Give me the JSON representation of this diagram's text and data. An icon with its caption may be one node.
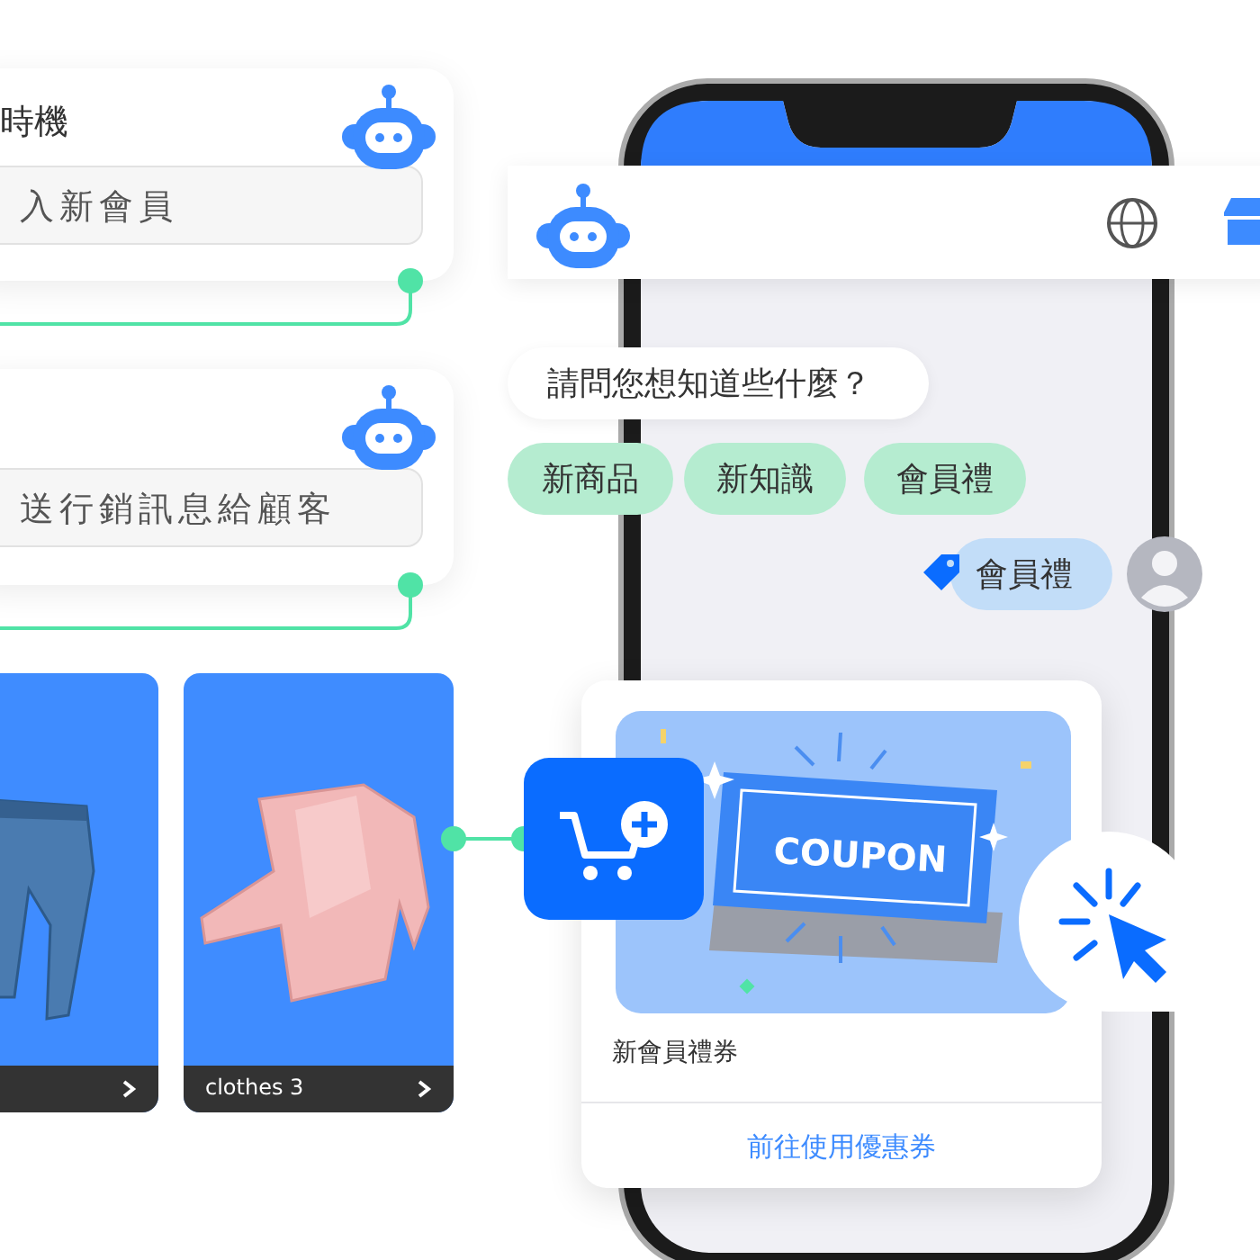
{
  "diagram": {
    "nodes": [
      {
        "text": [
          "時機",
          "入新會員"
        ]
      },
      {
        "text": [
          "送行銷訊息給顧客"
        ]
      },
      {
        "text": [],
        "shape": "picture"
      },
      {
        "text": [
          "clothes 3"
        ]
      },
      {
        "text": [],
        "shape": "box"
      },
      {
        "text": [
          "請問您想知道些什麼？"
        ]
      },
      {
        "text": [
          "新商品"
        ]
      },
      {
        "text": [
          "新知識"
        ]
      },
      {
        "text": [
          "會員禮"
        ]
      },
      {
        "text": [
          "會員禮"
        ]
      },
      {
        "text": [
          "COUPON",
          "新會員禮券",
          "前往使用優惠券"
        ]
      }
    ],
    "edges": [
      {
        "from": 0,
        "to": null,
        "arrow": "other"
      },
      {
        "from": 1,
        "to": null,
        "arrow": "other"
      },
      {
        "from": 3,
        "to": 4,
        "arrow": "other"
      }
    ]
  }
}
